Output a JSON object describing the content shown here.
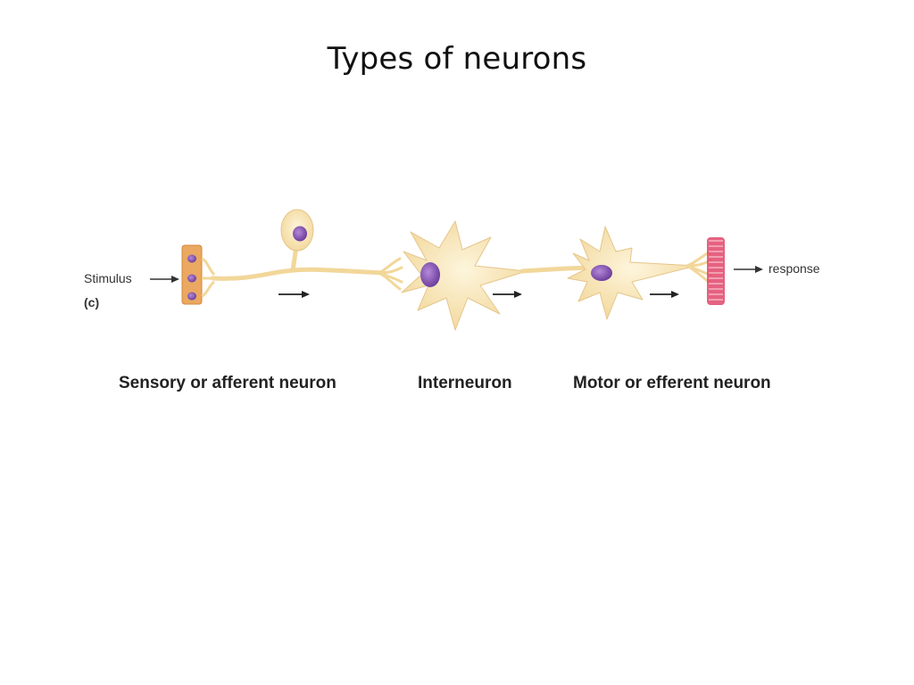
{
  "title": "Types of neurons",
  "figure": {
    "stimulus_label": "Stimulus",
    "panel_label": "(c)",
    "response_label": "response"
  },
  "captions": {
    "sensory": "Sensory or afferent neuron",
    "inter": "Interneuron",
    "motor": "Motor or efferent neuron"
  },
  "colors": {
    "neuron_fill": "#f7e2ab",
    "neuron_stroke": "#e6c58a",
    "nucleus": "#8b5cb8",
    "receptor": "#e8a863",
    "muscle": "#e0476a"
  }
}
